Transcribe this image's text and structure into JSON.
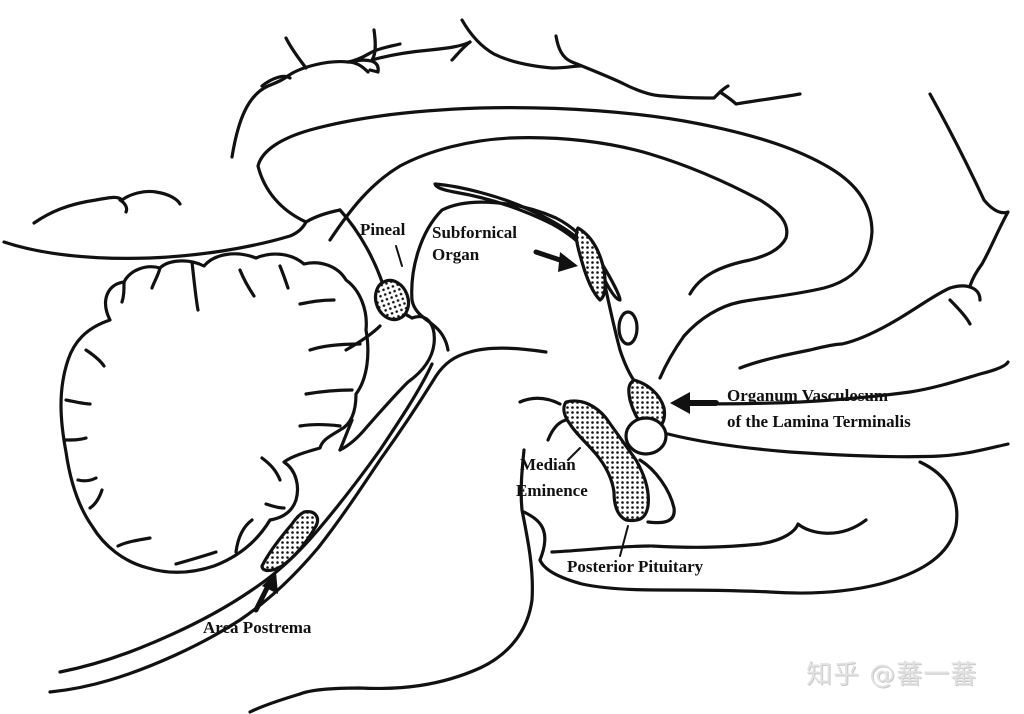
{
  "diagram": {
    "type": "anatomical-sagittal-section",
    "subject": "Circumventricular organs of the brain (mid-sagittal view)",
    "colors": {
      "line": "#111111",
      "background": "#ffffff",
      "organ_stipple": "#111111",
      "watermark": "#d9d9d9"
    },
    "labels": {
      "pineal": "Pineal",
      "subfornical_line1": "Subfornical",
      "subfornical_line2": "Organ",
      "ovlt_line1": "Organum Vasculosum",
      "ovlt_line2": "of the Lamina Terminalis",
      "median_line1": "Median",
      "median_line2": "Eminence",
      "posterior_pituitary": "Posterior Pituitary",
      "area_postrema": "Area Postrema"
    },
    "organs": [
      {
        "id": "pineal",
        "name": "Pineal",
        "indicator": "leader-line",
        "fill": "stippled"
      },
      {
        "id": "subfornical-organ",
        "name": "Subfornical Organ",
        "indicator": "arrow",
        "fill": "stippled"
      },
      {
        "id": "ovlt",
        "name": "Organum Vasculosum of the Lamina Terminalis",
        "indicator": "arrow",
        "fill": "stippled"
      },
      {
        "id": "median-eminence",
        "name": "Median Eminence",
        "indicator": "leader-line",
        "fill": "stippled"
      },
      {
        "id": "posterior-pituitary",
        "name": "Posterior Pituitary",
        "indicator": "leader-line",
        "fill": "stippled"
      },
      {
        "id": "area-postrema",
        "name": "Area Postrema",
        "indicator": "arrow",
        "fill": "stippled"
      }
    ],
    "watermark": "知乎 @蕃一蕃"
  }
}
